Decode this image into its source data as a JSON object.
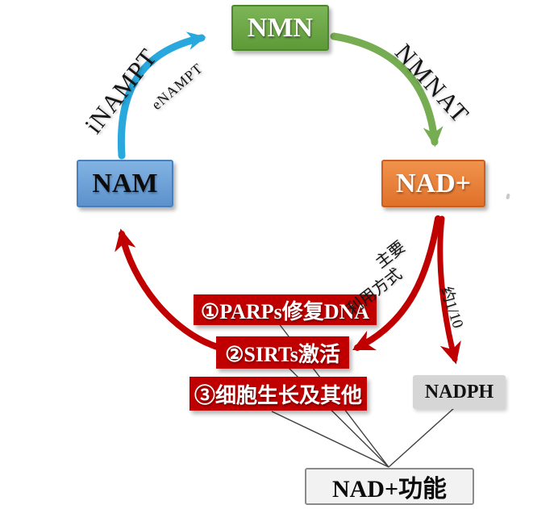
{
  "diagram": {
    "nodes": {
      "nmn": "NMN",
      "nam": "NAM",
      "nad": "NAD+",
      "nadph": "NADPH",
      "nad_function": "NAD+功能"
    },
    "arrow_labels": {
      "inampt": "iNAMPT",
      "enampt": "eNAMPT",
      "nmnat": "NMNAT",
      "main_usage_line1": "主要",
      "main_usage_line2": "利用方式",
      "fraction": "约1/10"
    },
    "function_boxes": [
      {
        "label": "①PARPs修复DNA"
      },
      {
        "label": "②SIRTs激活"
      },
      {
        "label": "③细胞生长及其他"
      }
    ],
    "colors": {
      "nmn_green": "#6ca947",
      "nam_blue": "#6fa4db",
      "nad_orange": "#e8813b",
      "function_red": "#c00000",
      "blue_arrow": "#29a8dd",
      "green_arrow": "#76ad52",
      "red_arrow": "#c00000",
      "nadph_gray": "#d6d6d6",
      "function_box_gray": "#f2f2f2",
      "connector_gray": "#404040"
    }
  }
}
